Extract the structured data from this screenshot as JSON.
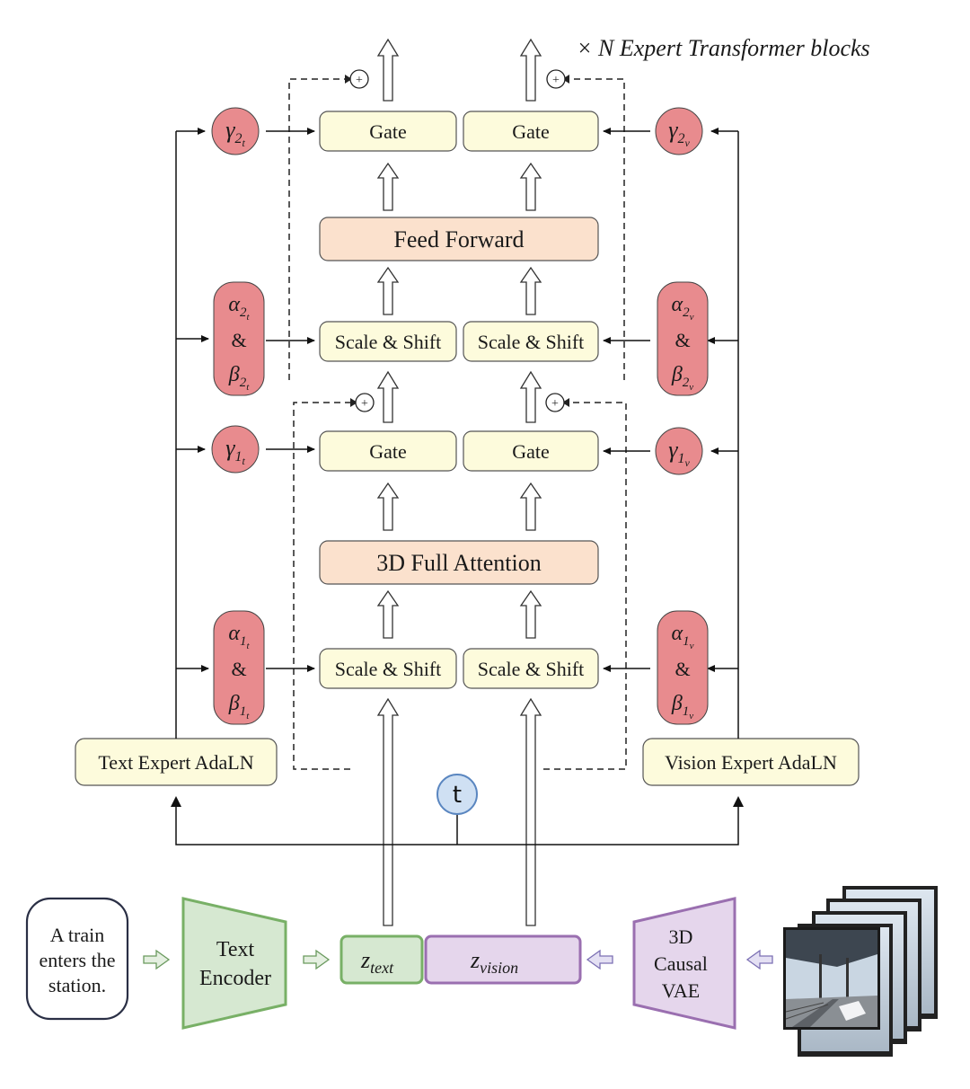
{
  "repeat_label": "× N Expert Transformer blocks",
  "gate_label": "Gate",
  "feed_forward_label": "Feed Forward",
  "attention_label": "3D Full Attention",
  "scale_shift_label": "Scale & Shift",
  "text_adaln_label": "Text Expert AdaLN",
  "vision_adaln_label": "Vision Expert AdaLN",
  "timestep_label": "t",
  "prompt_lines": [
    "A train",
    "enters the",
    "station."
  ],
  "text_encoder_lines": [
    "Text",
    "Encoder"
  ],
  "vae_lines": [
    "3D",
    "Causal",
    "VAE"
  ],
  "plus_symbol": "+",
  "params": {
    "gamma2_t": {
      "main": "γ",
      "sub1": "2",
      "sub2": "t"
    },
    "gamma2_v": {
      "main": "γ",
      "sub1": "2",
      "sub2": "v"
    },
    "gamma1_t": {
      "main": "γ",
      "sub1": "1",
      "sub2": "t"
    },
    "gamma1_v": {
      "main": "γ",
      "sub1": "1",
      "sub2": "v"
    },
    "ab2_t": {
      "alpha": "α",
      "beta": "β",
      "amp": "&",
      "sub1": "2",
      "sub2": "t"
    },
    "ab2_v": {
      "alpha": "α",
      "beta": "β",
      "amp": "&",
      "sub1": "2",
      "sub2": "v"
    },
    "ab1_t": {
      "alpha": "α",
      "beta": "β",
      "amp": "&",
      "sub1": "1",
      "sub2": "t"
    },
    "ab1_v": {
      "alpha": "α",
      "beta": "β",
      "amp": "&",
      "sub1": "1",
      "sub2": "v"
    }
  },
  "z_text": {
    "main": "z",
    "sub": "text"
  },
  "z_vision": {
    "main": "z",
    "sub": "vision"
  },
  "colors": {
    "yellow_box": "#fdfbdc",
    "orange_box": "#fbe1cd",
    "red_param": "#e88b8e",
    "green": "#78b066",
    "green_fill": "#d6e8d1",
    "purple": "#9a6fb0",
    "purple_fill": "#e5d6ec",
    "blue_circle": "#cfe0f3",
    "blue_stroke": "#5a86c0"
  }
}
